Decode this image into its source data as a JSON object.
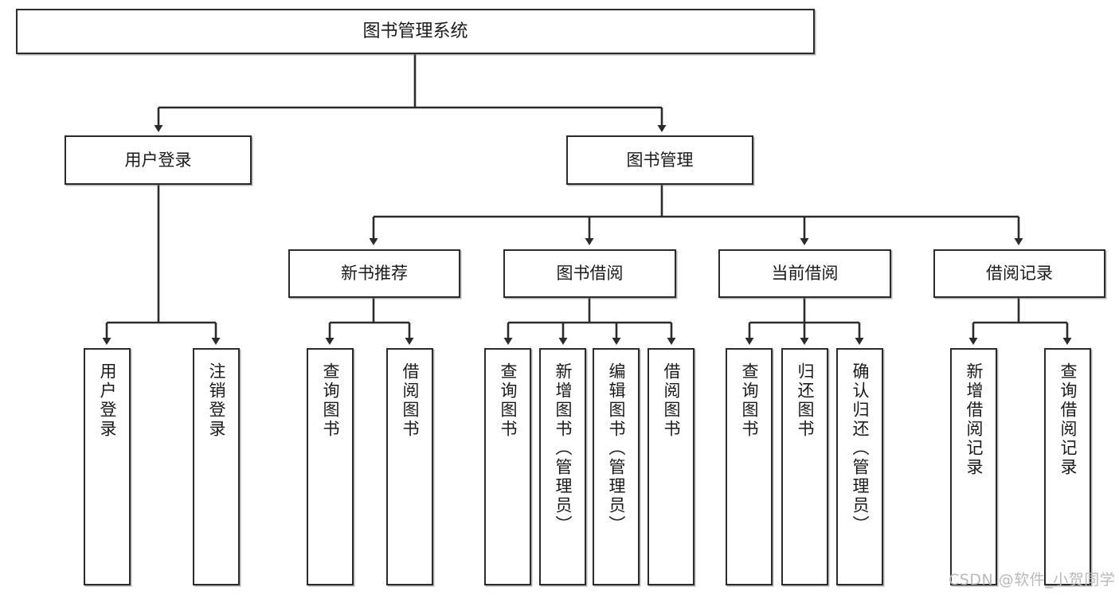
{
  "diagram": {
    "title": "图书管理系统",
    "type": "tree-hierarchy-chart",
    "watermark": "CSDN @软件_小贺同学",
    "colors": {
      "box_border": "#2b2b2b",
      "box_fill": "#ffffff",
      "edge": "#2b2b2b",
      "watermark": "#b9b9b9",
      "background": "#ffffff"
    },
    "nodes": {
      "root": {
        "label": "图书管理系统"
      },
      "level2": [
        {
          "id": "user-login",
          "label": "用户登录"
        },
        {
          "id": "book-manage",
          "label": "图书管理"
        }
      ],
      "level3": [
        {
          "id": "new-book-recommend",
          "label": "新书推荐"
        },
        {
          "id": "book-borrow",
          "label": "图书借阅"
        },
        {
          "id": "current-borrow",
          "label": "当前借阅"
        },
        {
          "id": "borrow-record",
          "label": "借阅记录"
        }
      ],
      "leaves": {
        "user-login": [
          {
            "id": "leaf-user-login",
            "label": "用户登录"
          },
          {
            "id": "leaf-logout",
            "label": "注销登录"
          }
        ],
        "new-book-recommend": [
          {
            "id": "leaf-query-book-1",
            "label": "查询图书"
          },
          {
            "id": "leaf-borrow-book-1",
            "label": "借阅图书"
          }
        ],
        "book-borrow": [
          {
            "id": "leaf-query-book-2",
            "label": "查询图书"
          },
          {
            "id": "leaf-add-book",
            "label": "新增图书（管理员）"
          },
          {
            "id": "leaf-edit-book",
            "label": "编辑图书（管理员）"
          },
          {
            "id": "leaf-borrow-book-2",
            "label": "借阅图书"
          }
        ],
        "current-borrow": [
          {
            "id": "leaf-query-book-3",
            "label": "查询图书"
          },
          {
            "id": "leaf-return-book",
            "label": "归还图书"
          },
          {
            "id": "leaf-confirm-return",
            "label": "确认归还（管理员）"
          }
        ],
        "borrow-record": [
          {
            "id": "leaf-add-record",
            "label": "新增借阅记录"
          },
          {
            "id": "leaf-query-record",
            "label": "查询借阅记录"
          }
        ]
      }
    }
  }
}
